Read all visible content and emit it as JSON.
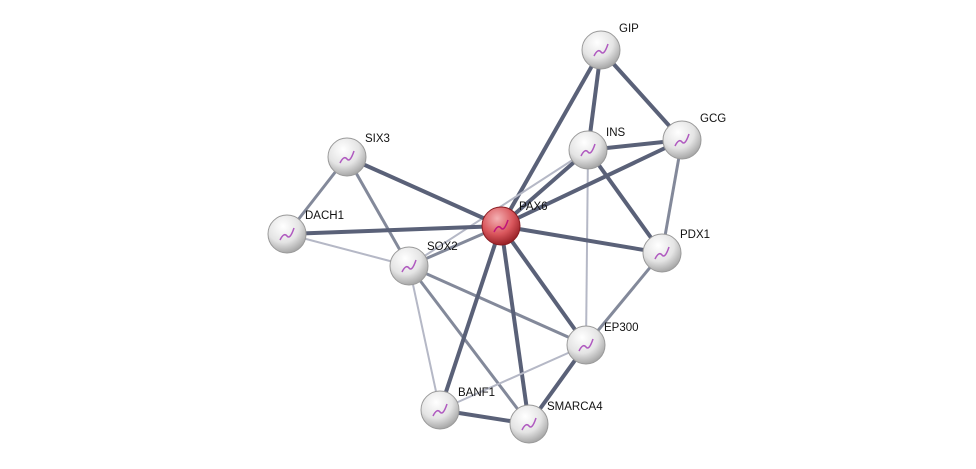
{
  "network": {
    "query_protein": "PAX6",
    "colors": {
      "query": "#d9565c",
      "node": "#e6e6e6",
      "edge_strong": "#5a6178",
      "edge_weak": "#b5b8c6"
    },
    "nodes": [
      "GIP",
      "GCG",
      "INS",
      "SIX3",
      "DACH1",
      "PAX6",
      "SOX2",
      "PDX1",
      "EP300",
      "BANF1",
      "SMARCA4"
    ],
    "edges": [
      {
        "a": "GIP",
        "b": "INS",
        "strength": "strong"
      },
      {
        "a": "GIP",
        "b": "GCG",
        "strength": "strong"
      },
      {
        "a": "GIP",
        "b": "PAX6",
        "strength": "strong"
      },
      {
        "a": "INS",
        "b": "GCG",
        "strength": "strong"
      },
      {
        "a": "INS",
        "b": "PAX6",
        "strength": "strong"
      },
      {
        "a": "INS",
        "b": "PDX1",
        "strength": "strong"
      },
      {
        "a": "INS",
        "b": "EP300",
        "strength": "weak"
      },
      {
        "a": "INS",
        "b": "SOX2",
        "strength": "weak"
      },
      {
        "a": "GCG",
        "b": "PAX6",
        "strength": "strong"
      },
      {
        "a": "GCG",
        "b": "PDX1",
        "strength": "medium"
      },
      {
        "a": "SIX3",
        "b": "PAX6",
        "strength": "strong"
      },
      {
        "a": "SIX3",
        "b": "DACH1",
        "strength": "medium"
      },
      {
        "a": "SIX3",
        "b": "SOX2",
        "strength": "medium"
      },
      {
        "a": "DACH1",
        "b": "PAX6",
        "strength": "strong"
      },
      {
        "a": "DACH1",
        "b": "SOX2",
        "strength": "weak"
      },
      {
        "a": "SOX2",
        "b": "PAX6",
        "strength": "medium"
      },
      {
        "a": "PAX6",
        "b": "PDX1",
        "strength": "strong"
      },
      {
        "a": "PAX6",
        "b": "EP300",
        "strength": "strong"
      },
      {
        "a": "PAX6",
        "b": "BANF1",
        "strength": "strong"
      },
      {
        "a": "PAX6",
        "b": "SMARCA4",
        "strength": "strong"
      },
      {
        "a": "SOX2",
        "b": "EP300",
        "strength": "medium"
      },
      {
        "a": "SOX2",
        "b": "BANF1",
        "strength": "weak"
      },
      {
        "a": "SOX2",
        "b": "SMARCA4",
        "strength": "medium"
      },
      {
        "a": "PDX1",
        "b": "EP300",
        "strength": "medium"
      },
      {
        "a": "EP300",
        "b": "SMARCA4",
        "strength": "strong"
      },
      {
        "a": "EP300",
        "b": "BANF1",
        "strength": "weak"
      },
      {
        "a": "BANF1",
        "b": "SMARCA4",
        "strength": "strong"
      }
    ]
  }
}
